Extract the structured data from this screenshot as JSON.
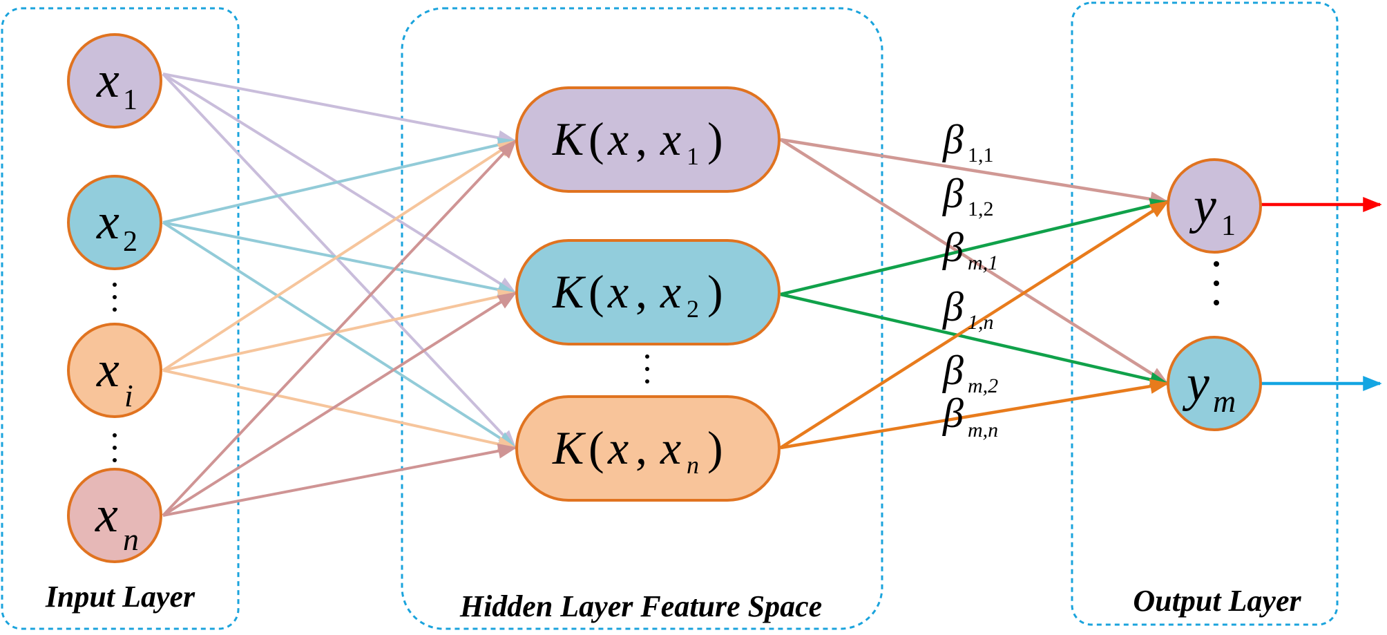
{
  "layers": {
    "input": {
      "title": "Input Layer",
      "nodes": [
        {
          "base": "x",
          "sub": "1",
          "fill": "#cbbfda"
        },
        {
          "base": "x",
          "sub": "2",
          "fill": "#92cddc"
        },
        {
          "base": "x",
          "sub": "i",
          "fill": "#f8c49a"
        },
        {
          "base": "x",
          "sub": "n",
          "fill": "#e6b8b7"
        }
      ]
    },
    "hidden": {
      "title": "Hidden Layer Feature Space",
      "nodes": [
        {
          "func": "K",
          "arg": "x",
          "base": "x",
          "sub": "1",
          "fill": "#cbbfda"
        },
        {
          "func": "K",
          "arg": "x",
          "base": "x",
          "sub": "2",
          "fill": "#92cddc"
        },
        {
          "func": "K",
          "arg": "x",
          "base": "x",
          "sub": "n",
          "fill": "#f8c49a"
        }
      ]
    },
    "output": {
      "title": "Output Layer",
      "nodes": [
        {
          "base": "y",
          "sub": "1",
          "fill": "#cbbfda"
        },
        {
          "base": "y",
          "sub": "m",
          "fill": "#92cddc"
        }
      ]
    }
  },
  "weights": [
    {
      "sym": "β",
      "sub": "1,1"
    },
    {
      "sym": "β",
      "sub": "1,2"
    },
    {
      "sym": "β",
      "sub": "m,1"
    },
    {
      "sym": "β",
      "sub": "1,n"
    },
    {
      "sym": "β",
      "sub": "m,2"
    },
    {
      "sym": "β",
      "sub": "m,n"
    }
  ],
  "colors": {
    "box_border": "#1aa3dc",
    "node_border": "#e07320",
    "edge_x1": "#c9bddb",
    "edge_x2": "#92cbd8",
    "edge_xi": "#f6c59c",
    "edge_xn": "#cf9494",
    "edge_k1": "#d09894",
    "edge_k2": "#10a14a",
    "edge_kn": "#e87b1c",
    "out_y1": "#ff0000",
    "out_ym": "#14a5e2"
  }
}
